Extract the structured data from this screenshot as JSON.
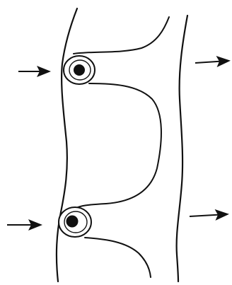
{
  "diagram": {
    "type": "line-drawing",
    "colors": {
      "background": "#ffffff",
      "ink": "#111111"
    },
    "elements": {
      "wall_left": "wall-curve",
      "wall_right": "wall-curve",
      "inner_curves": "membrane-curve",
      "nodes": "circle-with-dot",
      "arrows_in": "arrow-right",
      "arrows_out": "arrow-right"
    }
  }
}
